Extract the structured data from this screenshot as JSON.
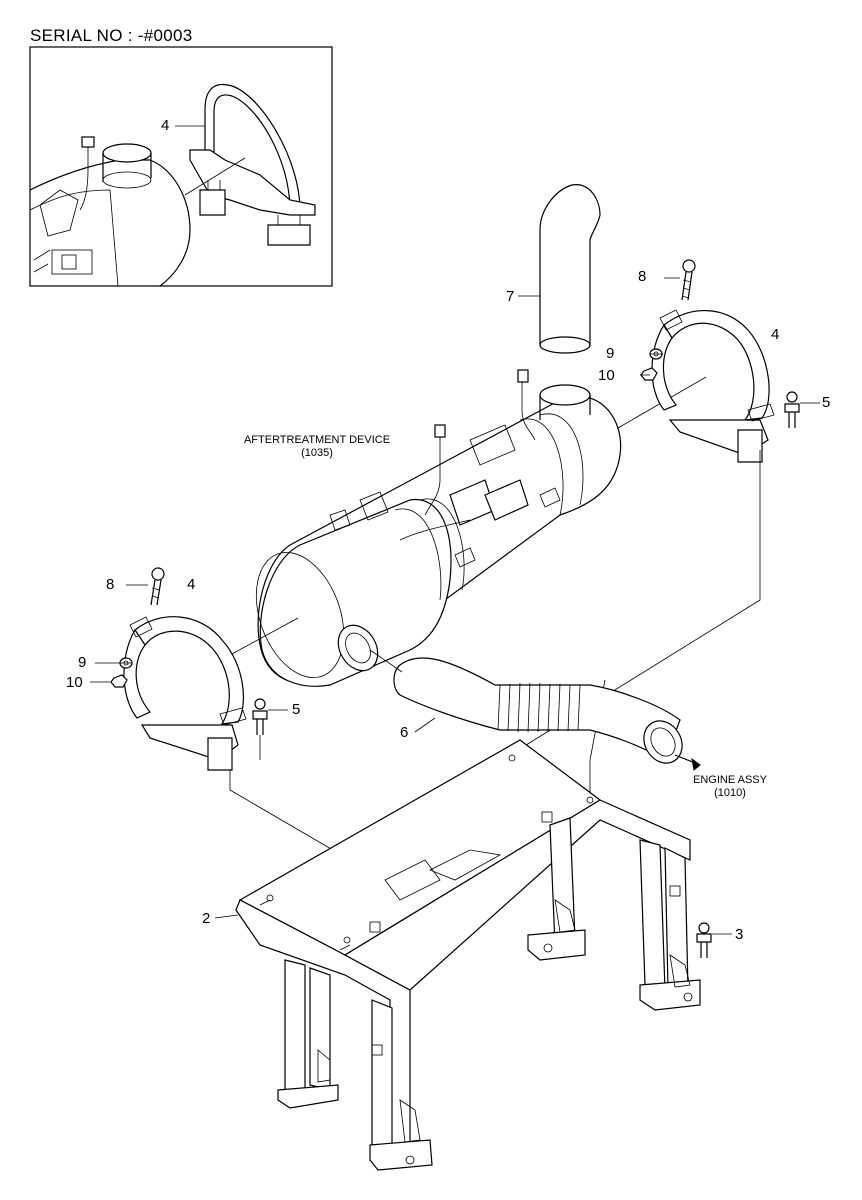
{
  "serial_label": "SERIAL NO : -#0003",
  "assemblies": {
    "aftertreatment": {
      "name": "AFTERTREATMENT DEVICE",
      "code": "(1035)"
    },
    "engine": {
      "name": "ENGINE ASSY",
      "code": "(1010)"
    }
  },
  "callouts": {
    "inset_clamp": "4",
    "bracket": "2",
    "bolt_base": "3",
    "clamp_right": "4",
    "clamp_left": "4",
    "bolt_right": "5",
    "bolt_left": "5",
    "hose": "6",
    "pipe": "7",
    "bolt8_right": "8",
    "bolt8_left": "8",
    "washer_right": "9",
    "washer_left": "9",
    "nut_right": "10",
    "nut_left": "10"
  }
}
